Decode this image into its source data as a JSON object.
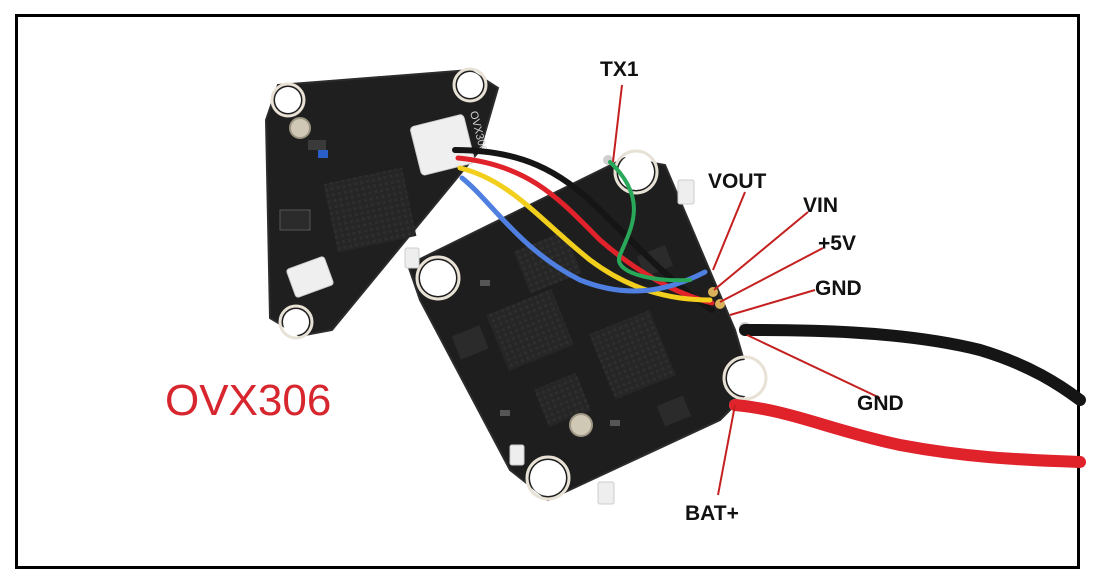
{
  "title": "OVX306",
  "board_marking": "OVX306",
  "labels": {
    "tx1": "TX1",
    "vout": "VOUT",
    "vin": "VIN",
    "plus5v": "+5V",
    "gnd_top": "GND",
    "gnd_bottom": "GND",
    "batplus": "BAT+"
  },
  "colors": {
    "title": "#d7262e",
    "leader": "#c42020",
    "wire_green": "#2aa85a",
    "wire_red": "#e0222a",
    "wire_yellow": "#f2cf1d",
    "wire_blue": "#4f7fe0",
    "wire_black": "#151515",
    "pcb": "#1e1e1e"
  }
}
